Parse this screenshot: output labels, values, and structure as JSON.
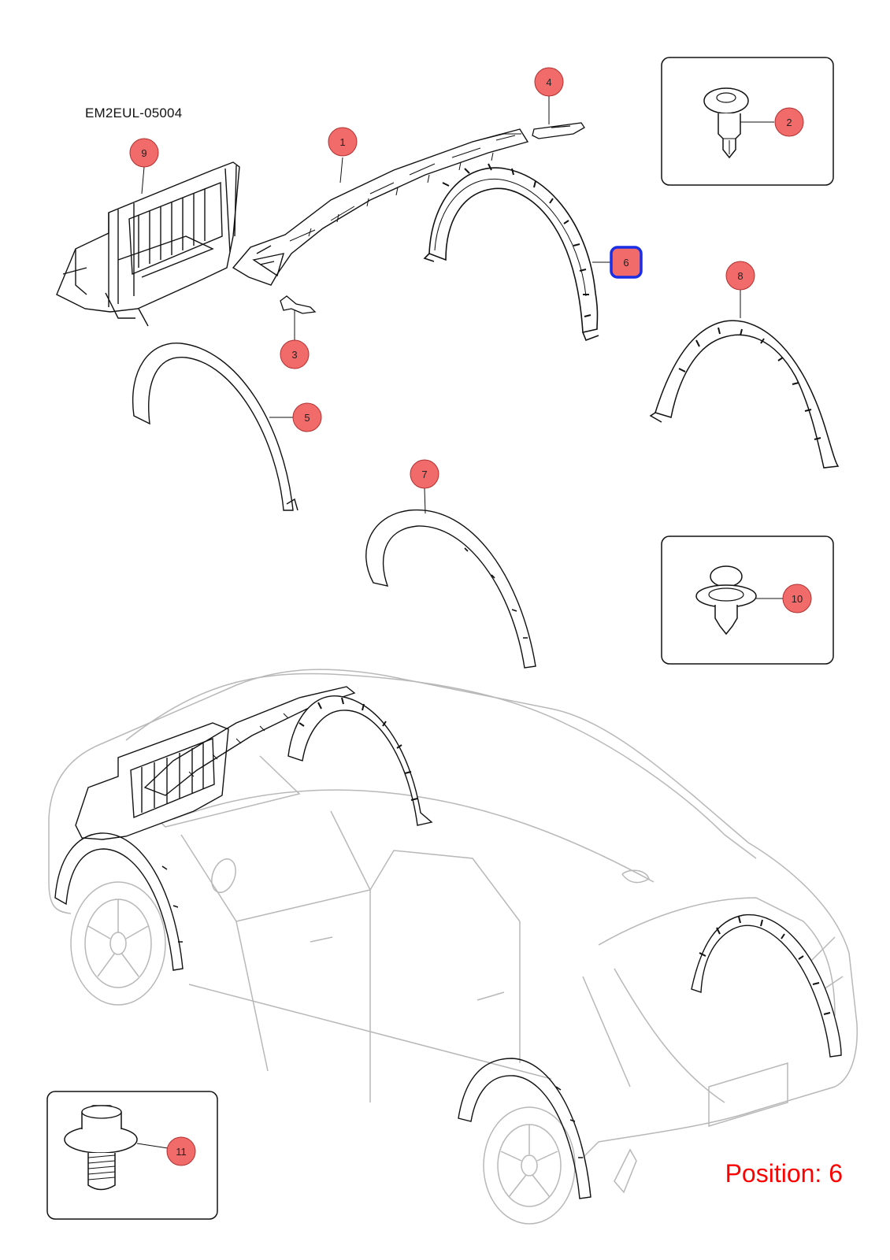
{
  "diagram": {
    "reference_code": "EM2EUL-05004",
    "position_label": "Position: 6",
    "colors": {
      "callout_fill": "#f26b6b",
      "callout_stroke": "#b03030",
      "highlight": "#1a2ee6",
      "position_text": "#ff0000",
      "line": "#111111",
      "car_outline": "#b8b8b8"
    },
    "callouts": [
      {
        "id": "callout-1",
        "label": "1"
      },
      {
        "id": "callout-2",
        "label": "2"
      },
      {
        "id": "callout-3",
        "label": "3"
      },
      {
        "id": "callout-4",
        "label": "4"
      },
      {
        "id": "callout-5",
        "label": "5"
      },
      {
        "id": "callout-6",
        "label": "6",
        "selected": true
      },
      {
        "id": "callout-7",
        "label": "7"
      },
      {
        "id": "callout-8",
        "label": "8"
      },
      {
        "id": "callout-9",
        "label": "9"
      },
      {
        "id": "callout-10",
        "label": "10"
      },
      {
        "id": "callout-11",
        "label": "11"
      }
    ]
  }
}
